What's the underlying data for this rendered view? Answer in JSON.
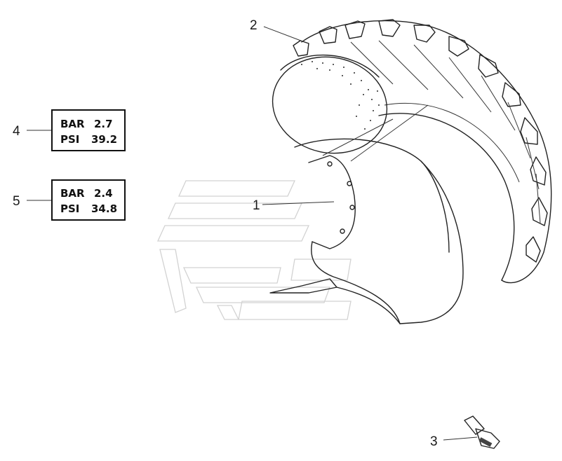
{
  "callouts": [
    {
      "id": "1",
      "label": "1"
    },
    {
      "id": "2",
      "label": "2"
    },
    {
      "id": "3",
      "label": "3"
    },
    {
      "id": "4",
      "label": "4"
    },
    {
      "id": "5",
      "label": "5"
    }
  ],
  "plates": [
    {
      "id": "4",
      "line1_unit": "BAR",
      "line1_value": "2.7",
      "line2_unit": "PSI",
      "line2_value": "39.2"
    },
    {
      "id": "5",
      "line1_unit": "BAR",
      "line1_value": "2.4",
      "line2_unit": "PSI",
      "line2_value": "34.8"
    }
  ],
  "colors": {
    "ink": "#222222",
    "watermark": "#d2d2d2",
    "background": "#ffffff"
  }
}
